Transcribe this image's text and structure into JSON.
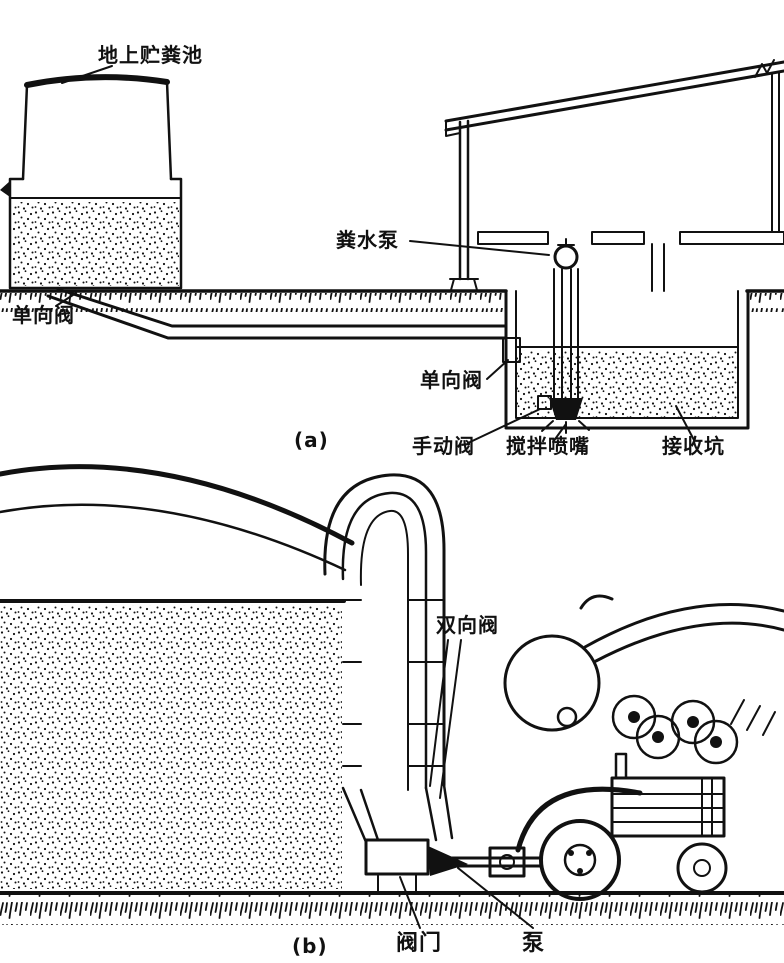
{
  "figure": {
    "panel_a": {
      "caption": "(a)",
      "labels": {
        "above_ground_tank": "地上贮粪池",
        "manure_pump": "粪水泵",
        "check_valve_left": "单向阀",
        "check_valve_pit": "单向阀",
        "manual_valve": "手动阀",
        "stirring_nozzle": "搅拌喷嘴",
        "receiving_pit": "接收坑"
      }
    },
    "panel_b": {
      "caption": "(b)",
      "labels": {
        "two_way_valve": "双向阀",
        "valve": "阀门",
        "pump": "泵"
      }
    },
    "colors": {
      "ink": "#111111",
      "background": "#ffffff"
    }
  }
}
